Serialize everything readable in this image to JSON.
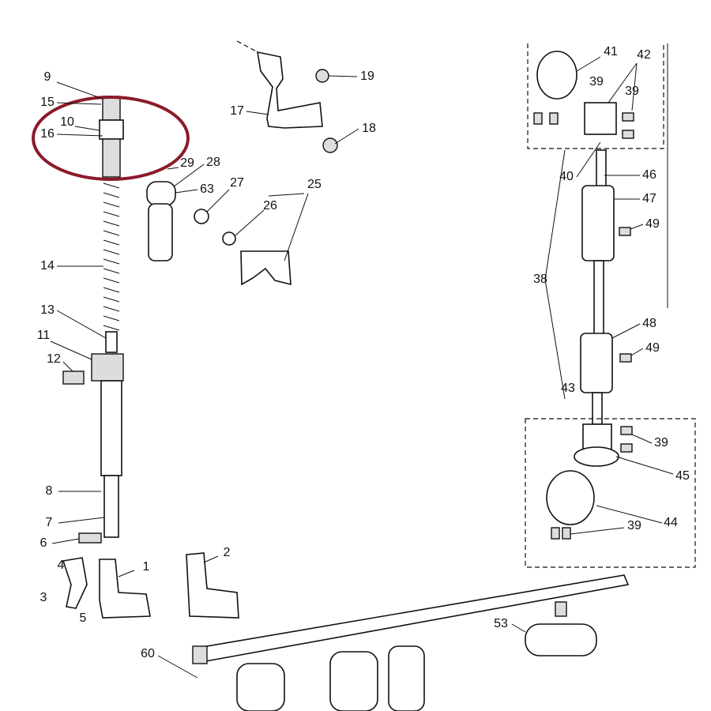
{
  "diagram": {
    "highlight_color": "#8b1a2b",
    "callouts": [
      "9",
      "15",
      "10",
      "16",
      "14",
      "13",
      "11",
      "12",
      "8",
      "7",
      "6",
      "4",
      "3",
      "5",
      "1",
      "2",
      "17",
      "19",
      "18",
      "29",
      "28",
      "63",
      "27",
      "26",
      "25",
      "41",
      "42",
      "39",
      "39",
      "40",
      "46",
      "47",
      "49",
      "38",
      "48",
      "49",
      "43",
      "39",
      "45",
      "44",
      "39",
      "53",
      "60"
    ]
  }
}
